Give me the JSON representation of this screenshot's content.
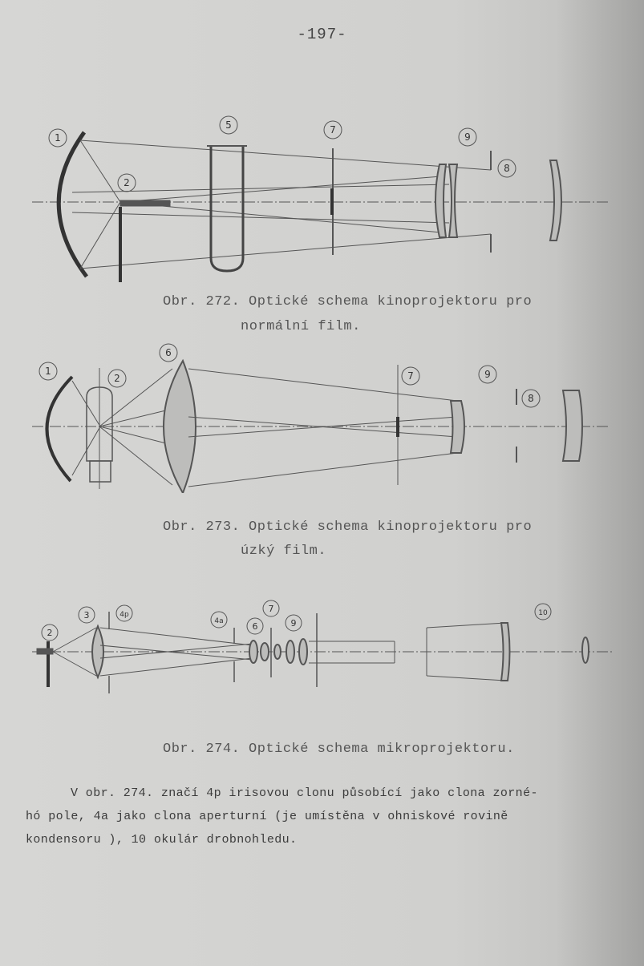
{
  "page_number": "-197-",
  "figures": [
    {
      "caption_line1": "Obr. 272. Optické schema kinoprojektoru pro",
      "caption_line2": "normální film.",
      "labels": [
        "1",
        "2",
        "5",
        "7",
        "9",
        "8"
      ]
    },
    {
      "caption_line1": "Obr. 273. Optické schema kinoprojektoru pro",
      "caption_line2": "úzký film.",
      "labels": [
        "1",
        "2",
        "6",
        "7",
        "9",
        "8"
      ]
    },
    {
      "caption_line1": "Obr. 274. Optické schema mikroprojektoru.",
      "labels": [
        "2",
        "3",
        "4p",
        "4a",
        "6",
        "7",
        "9",
        "10"
      ]
    }
  ],
  "paragraph": {
    "line1": "V obr. 274. značí 4p irisovou clonu působící jako clona zorné-",
    "line2": "hó pole, 4a jako clona aperturní (je umístěna v ohniskové rovině",
    "line3": "kondensoru      ), 10 okulár drobnohledu."
  }
}
